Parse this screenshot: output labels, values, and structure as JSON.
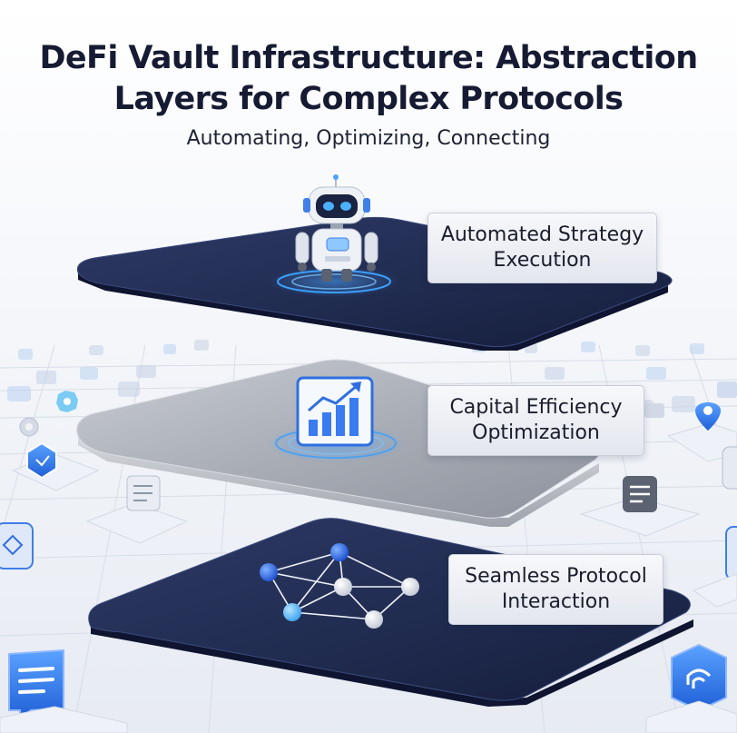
{
  "title_line1": "DeFi Vault Infrastructure: Abstraction",
  "title_line2": "Layers for Complex Protocols",
  "subtitle": "Automating, Optimizing, Connecting",
  "layers": [
    {
      "label": "Automated Strategy\nExecution",
      "icon": "robot-icon"
    },
    {
      "label": "Capital Efficiency\nOptimization",
      "icon": "growth-chart-icon"
    },
    {
      "label": "Seamless Protocol\nInteraction",
      "icon": "network-graph-icon"
    }
  ],
  "colors": {
    "dark_layer": "#1f2a4e",
    "silver_layer": "#a9adb6",
    "accent_blue": "#2f7cf0",
    "title": "#161b33"
  }
}
